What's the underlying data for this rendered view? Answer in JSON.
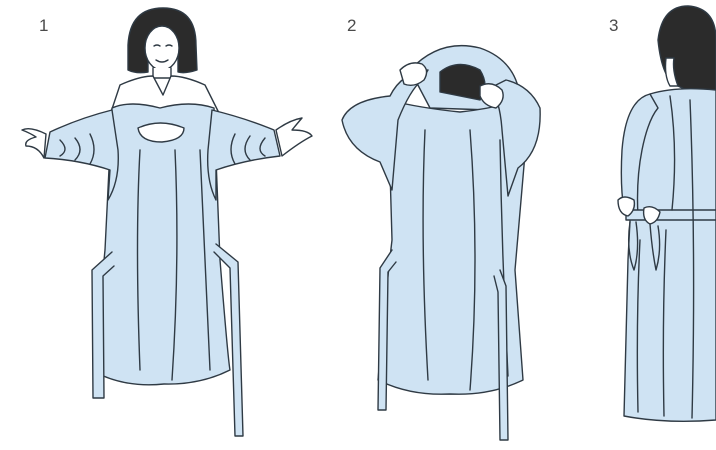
{
  "steps": [
    {
      "number": "1"
    },
    {
      "number": "2"
    },
    {
      "number": "3"
    }
  ],
  "colors": {
    "gown_fill": "#cfe3f3",
    "outline": "#2f3a44",
    "hair": "#2b2b2b",
    "skin": "#ffffff"
  },
  "icons": [
    "person-extending-arms-figure",
    "person-pulling-gown-over-head-figure",
    "person-tying-gown-back-figure"
  ]
}
